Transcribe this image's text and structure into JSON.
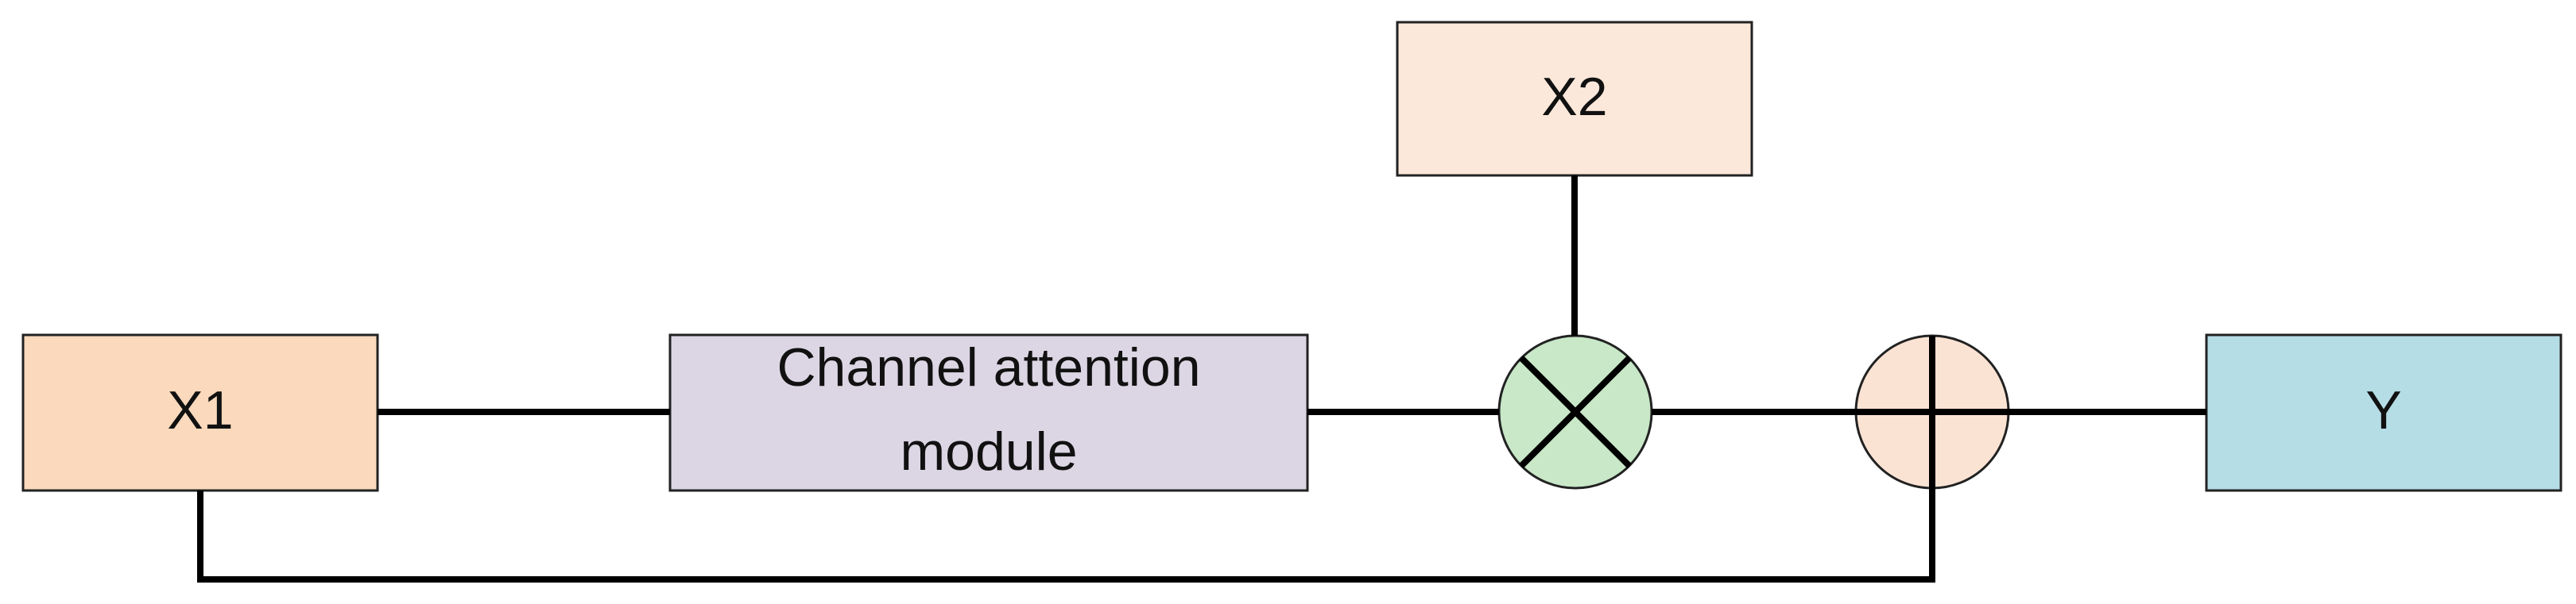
{
  "nodes": {
    "x1": {
      "label": "X1",
      "fill": "#fad9bc"
    },
    "x2": {
      "label": "X2",
      "fill": "#fbe8da"
    },
    "channel_attention": {
      "label_line1": "Channel attention",
      "label_line2": "module",
      "fill": "#dcd6e4"
    },
    "y": {
      "label": "Y",
      "fill": "#b5dde6"
    }
  },
  "operators": {
    "multiply": {
      "symbol": "×",
      "fill": "#c8e8c8"
    },
    "add": {
      "symbol": "+",
      "fill": "#fbe3d4"
    }
  },
  "colors": {
    "line": "#000000",
    "border": "#222222"
  }
}
